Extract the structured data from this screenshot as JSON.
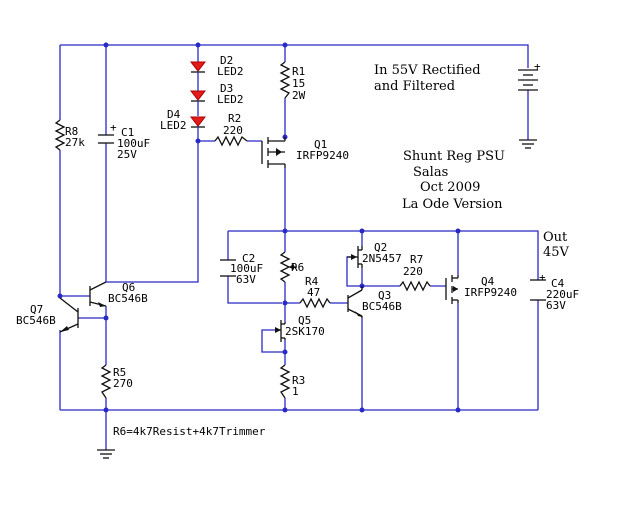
{
  "notes": {
    "input_line1": "In 55V Rectified",
    "input_line2": "and Filtered",
    "title1": "Shunt Reg PSU",
    "title2": "Salas",
    "title3": "Oct 2009",
    "title4": "La Ode Version",
    "out_label": "Out",
    "out_voltage": "45V",
    "r6_note": "R6=4k7Resist+4k7Trimmer"
  },
  "components": {
    "d2": {
      "ref": "D2",
      "type": "LED2"
    },
    "d3": {
      "ref": "D3",
      "type": "LED2"
    },
    "d4": {
      "ref": "D4",
      "type": "LED2"
    },
    "r1": {
      "ref": "R1",
      "value": "15",
      "extra": "2W"
    },
    "r2": {
      "ref": "R2",
      "value": "220"
    },
    "r3": {
      "ref": "R3",
      "value": "1"
    },
    "r4": {
      "ref": "R4",
      "value": "47"
    },
    "r5": {
      "ref": "R5",
      "value": "270"
    },
    "r6": {
      "ref": "R6"
    },
    "r7": {
      "ref": "R7",
      "value": "220"
    },
    "r8": {
      "ref": "R8",
      "value": "27k"
    },
    "c1": {
      "ref": "C1",
      "value": "100uF",
      "voltage": "25V",
      "polarity": "+"
    },
    "c2": {
      "ref": "C2",
      "value": "100uF",
      "voltage": "63V"
    },
    "c4": {
      "ref": "C4",
      "value": "220uF",
      "voltage": "63V",
      "polarity": "+"
    },
    "q1": {
      "ref": "Q1",
      "part": "IRFP9240"
    },
    "q2": {
      "ref": "Q2",
      "part": "2N5457"
    },
    "q3": {
      "ref": "Q3",
      "part": "BC546B"
    },
    "q4": {
      "ref": "Q4",
      "part": "IRFP9240"
    },
    "q5": {
      "ref": "Q5",
      "part": "2SK170"
    },
    "q6": {
      "ref": "Q6",
      "part": "BC546B"
    },
    "q7": {
      "ref": "Q7",
      "part": "BC546B"
    },
    "battery": {
      "polarity": "+"
    }
  }
}
